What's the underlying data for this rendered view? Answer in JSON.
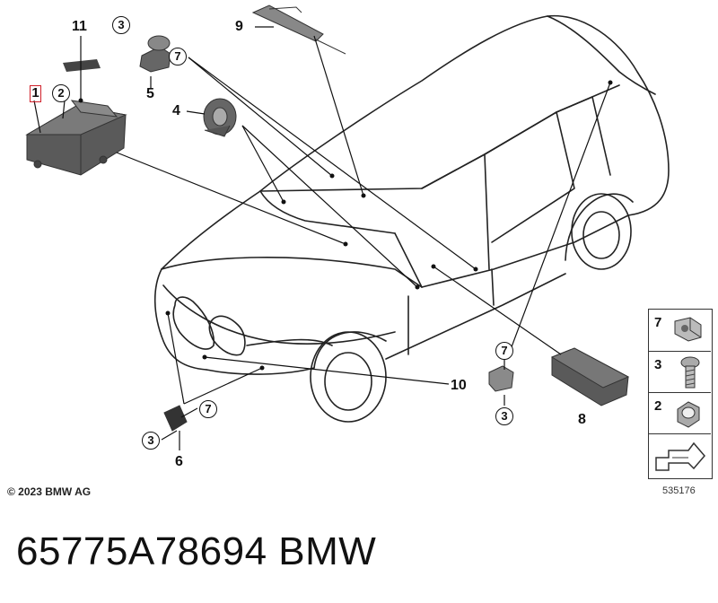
{
  "callouts": {
    "c1": "1",
    "c2": "2",
    "c3a": "3",
    "c3b": "3",
    "c3c": "3",
    "c4": "4",
    "c5": "5",
    "c6": "6",
    "c7a": "7",
    "c7b": "7",
    "c7c": "7",
    "c8": "8",
    "c9": "9",
    "c10": "10",
    "c11": "11"
  },
  "legend": {
    "items": [
      {
        "num": "7",
        "icon": "clip-nut-icon"
      },
      {
        "num": "3",
        "icon": "screw-icon"
      },
      {
        "num": "2",
        "icon": "hex-nut-icon"
      },
      {
        "num": "",
        "icon": "arrow-icon"
      }
    ]
  },
  "footer": {
    "copyright": "© 2023 BMW AG",
    "diagram_number": "535176",
    "part_number": "65775A78694    BMW"
  },
  "colors": {
    "line": "#111111",
    "highlight_box": "#d0202a",
    "part_fill": "#6a6a6a"
  }
}
